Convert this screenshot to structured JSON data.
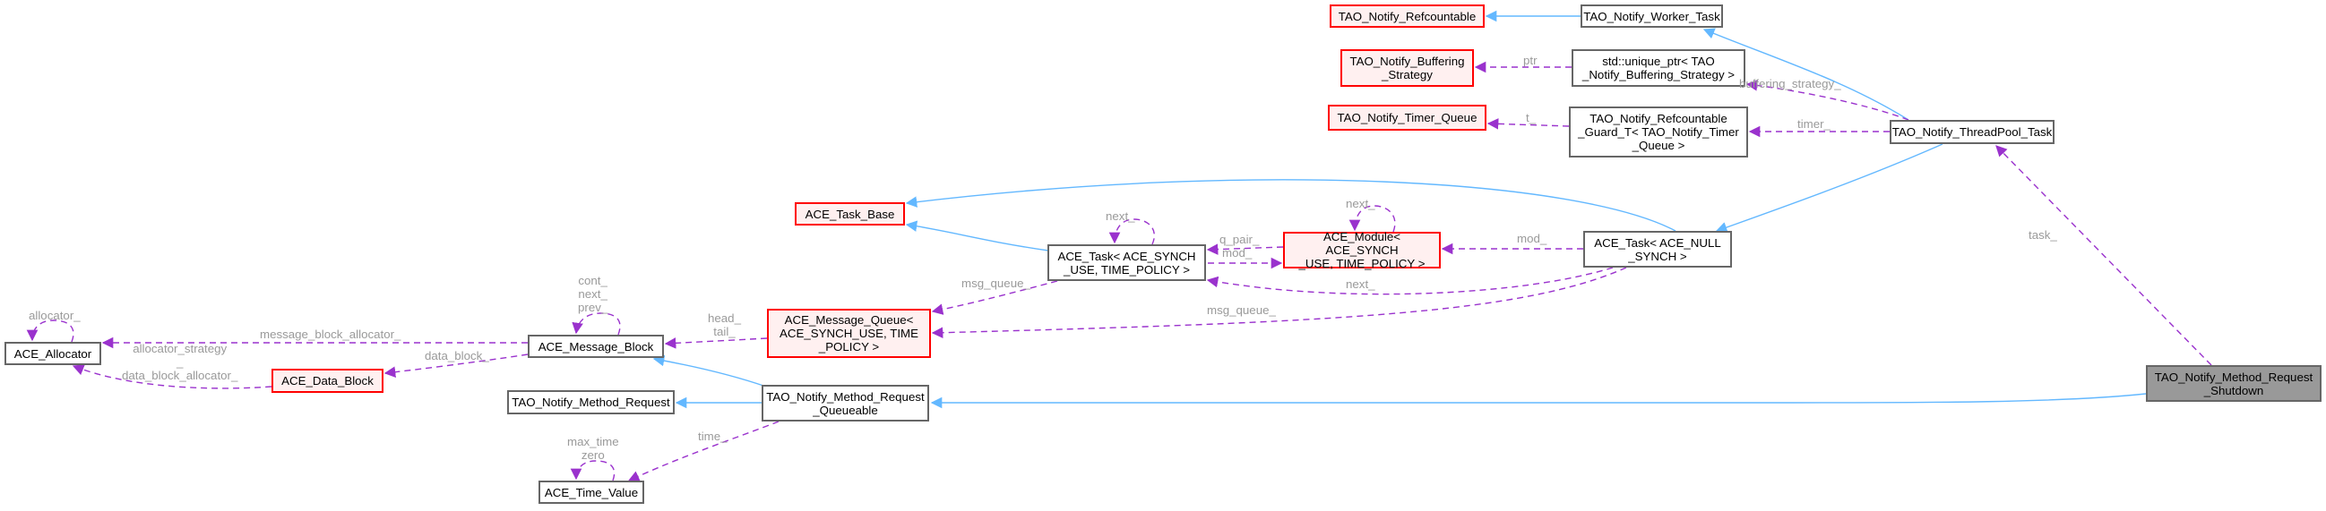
{
  "diagram": {
    "title": "TAO_Notify_Method_Request_Shutdown collaboration graph",
    "colors": {
      "inheritance_edge": "#63b8ff",
      "member_edge": "#9a32cd",
      "edge_label": "#9a9a9a",
      "node_border": "#666666",
      "external_node_border": "#ff0000",
      "external_node_fill": "#fff0f0",
      "focus_node_fill": "#999999"
    },
    "nodes": [
      {
        "id": "refcountable",
        "label": "TAO_Notify_Refcountable",
        "kind": "external"
      },
      {
        "id": "worker_task",
        "label": "TAO_Notify_Worker_Task",
        "kind": "class"
      },
      {
        "id": "buffering_strategy",
        "label": "TAO_Notify_Buffering\n_Strategy",
        "kind": "external"
      },
      {
        "id": "unique_ptr",
        "label": "std::unique_ptr< TAO\n_Notify_Buffering_Strategy >",
        "kind": "class"
      },
      {
        "id": "timer_queue",
        "label": "TAO_Notify_Timer_Queue",
        "kind": "external"
      },
      {
        "id": "refcountable_guard",
        "label": "TAO_Notify_Refcountable\n_Guard_T< TAO_Notify_Timer\n_Queue >",
        "kind": "class"
      },
      {
        "id": "threadpool_task",
        "label": "TAO_Notify_ThreadPool_Task",
        "kind": "class"
      },
      {
        "id": "task_base",
        "label": "ACE_Task_Base",
        "kind": "external"
      },
      {
        "id": "ace_task_synch",
        "label": "ACE_Task< ACE_SYNCH\n_USE, TIME_POLICY >",
        "kind": "class"
      },
      {
        "id": "ace_module",
        "label": "ACE_Module< ACE_SYNCH\n_USE, TIME_POLICY >",
        "kind": "external"
      },
      {
        "id": "ace_task_null",
        "label": "ACE_Task< ACE_NULL\n_SYNCH >",
        "kind": "class"
      },
      {
        "id": "message_queue",
        "label": "ACE_Message_Queue<\n ACE_SYNCH_USE, TIME\n_POLICY >",
        "kind": "external"
      },
      {
        "id": "message_block",
        "label": "ACE_Message_Block",
        "kind": "class"
      },
      {
        "id": "allocator",
        "label": "ACE_Allocator",
        "kind": "class"
      },
      {
        "id": "data_block",
        "label": "ACE_Data_Block",
        "kind": "external"
      },
      {
        "id": "method_request",
        "label": "TAO_Notify_Method_Request",
        "kind": "class"
      },
      {
        "id": "method_request_queueable",
        "label": "TAO_Notify_Method_Request\n_Queueable",
        "kind": "class"
      },
      {
        "id": "time_value",
        "label": "ACE_Time_Value",
        "kind": "class"
      },
      {
        "id": "shutdown",
        "label": "TAO_Notify_Method_Request\n_Shutdown",
        "kind": "focus"
      }
    ],
    "edges": [
      {
        "from": "worker_task",
        "to": "refcountable",
        "type": "inheritance"
      },
      {
        "from": "threadpool_task",
        "to": "worker_task",
        "type": "inheritance"
      },
      {
        "from": "threadpool_task",
        "to": "ace_task_null",
        "type": "inheritance"
      },
      {
        "from": "ace_task_null",
        "to": "task_base",
        "type": "inheritance"
      },
      {
        "from": "ace_task_synch",
        "to": "task_base",
        "type": "inheritance"
      },
      {
        "from": "method_request_queueable",
        "to": "message_block",
        "type": "inheritance"
      },
      {
        "from": "method_request_queueable",
        "to": "method_request",
        "type": "inheritance"
      },
      {
        "from": "shutdown",
        "to": "method_request_queueable",
        "type": "inheritance"
      },
      {
        "from": "unique_ptr",
        "to": "buffering_strategy",
        "type": "member",
        "label": "ptr"
      },
      {
        "from": "refcountable_guard",
        "to": "timer_queue",
        "type": "member",
        "label": "t_"
      },
      {
        "from": "threadpool_task",
        "to": "unique_ptr",
        "type": "member",
        "label": "buffering_strategy_"
      },
      {
        "from": "threadpool_task",
        "to": "refcountable_guard",
        "type": "member",
        "label": "timer_"
      },
      {
        "from": "shutdown",
        "to": "threadpool_task",
        "type": "member",
        "label": "task_"
      },
      {
        "from": "ace_task_synch",
        "to": "ace_task_synch",
        "type": "member",
        "label": "next_"
      },
      {
        "from": "ace_module",
        "to": "ace_module",
        "type": "member",
        "label": "next_"
      },
      {
        "from": "ace_module",
        "to": "ace_task_synch",
        "type": "member",
        "label": "q_pair_"
      },
      {
        "from": "ace_task_synch",
        "to": "ace_module",
        "type": "member",
        "label": "mod_"
      },
      {
        "from": "ace_task_null",
        "to": "ace_module",
        "type": "member",
        "label": "mod_"
      },
      {
        "from": "ace_task_null",
        "to": "ace_task_synch",
        "type": "member",
        "label": "next_"
      },
      {
        "from": "ace_task_null",
        "to": "message_queue",
        "type": "member",
        "label": "msg_queue_"
      },
      {
        "from": "ace_task_synch",
        "to": "message_queue",
        "type": "member",
        "label": "msg_queue_"
      },
      {
        "from": "message_queue",
        "to": "message_block",
        "type": "member",
        "label": "head_\ntail_"
      },
      {
        "from": "message_block",
        "to": "message_block",
        "type": "member",
        "label": "cont_\nnext_\nprev_"
      },
      {
        "from": "message_block",
        "to": "allocator",
        "type": "member",
        "label": "message_block_allocator_"
      },
      {
        "from": "message_block",
        "to": "data_block",
        "type": "member",
        "label": "data_block_"
      },
      {
        "from": "data_block",
        "to": "allocator",
        "type": "member",
        "label": "allocator_strategy\n_\ndata_block_allocator_"
      },
      {
        "from": "allocator",
        "to": "allocator",
        "type": "member",
        "label": "allocator_"
      },
      {
        "from": "method_request_queueable",
        "to": "time_value",
        "type": "member",
        "label": "time_"
      },
      {
        "from": "time_value",
        "to": "time_value",
        "type": "member",
        "label": "max_time\nzero"
      }
    ]
  }
}
